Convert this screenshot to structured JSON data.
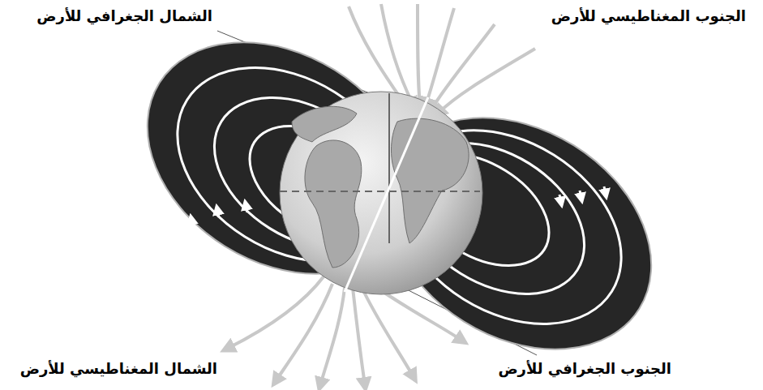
{
  "diagram": {
    "labels": [
      "الشمال الجغرافي للأرض",
      "الجنوب المغناطيسي للأرض",
      "الشمال المغناطيسي للأرض",
      "الجنوب الجغرافي للأرض"
    ]
  }
}
